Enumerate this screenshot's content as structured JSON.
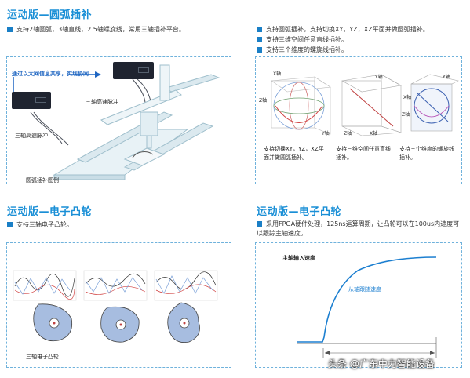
{
  "sec1": {
    "title": "运动版—圆弧插补",
    "bullet": "支持2轴圆弧，3轴直线，2.5轴螺旋线，常用三轴插补平台。",
    "callout": "通过以太网信息共享，实现协同",
    "label_pulse": "三轴高速脉冲",
    "label_pulse2": "三轴高速脉冲",
    "caption": "圆弧插补图例"
  },
  "sec2": {
    "bullets": [
      "支持圆弧插补，支持切换XY，YZ，XZ平面并做圆弧插补。",
      "支持三维空间任意直线插补。",
      "支持三个维度的螺旋线插补。"
    ],
    "axis": {
      "x": "X轴",
      "y": "Y轴",
      "z": "Z轴"
    },
    "captions": [
      "支持切换XY，YZ，XZ平面并做圆弧插补。",
      "支持三维空间任意直线插补。",
      "支持三个维度的螺旋线插补。"
    ]
  },
  "sec3": {
    "title": "运动版—电子凸轮",
    "bullet": "支持三轴电子凸轮。",
    "caption": "三轴电子凸轮"
  },
  "sec4": {
    "title": "运动版—电子凸轮",
    "bullet": "采用FPGA硬件处理，125ns运算周期，让凸轮可以在100us内速度可以跟踪主轴速度。",
    "main_label": "主轴输入速度",
    "follow_label": "从轴跟随速度"
  },
  "watermark": "头条 @广东中力智能设备",
  "colors": {
    "accent": "#1a8fd6",
    "bullet": "#1a7fc6",
    "curve": "#1c7fd0"
  }
}
